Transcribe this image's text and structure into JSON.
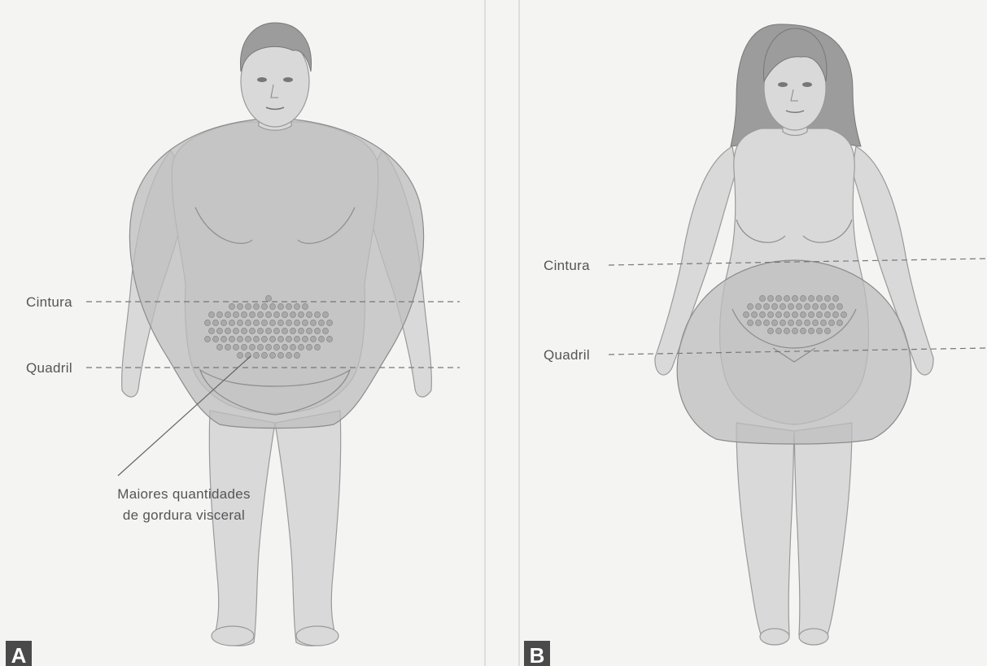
{
  "panel_a": {
    "letter": "A",
    "waist_label": "Cintura",
    "hip_label": "Quadril",
    "annotation_line1": "Maiores quantidades",
    "annotation_line2": "de gordura visceral"
  },
  "panel_b": {
    "letter": "B",
    "waist_label": "Cintura",
    "hip_label": "Quadril"
  },
  "colors": {
    "background": "#f4f4f2",
    "skin": "#d9d9d9",
    "fat_overlay": "#bdbdbd",
    "dashed_lines": "#777777"
  }
}
